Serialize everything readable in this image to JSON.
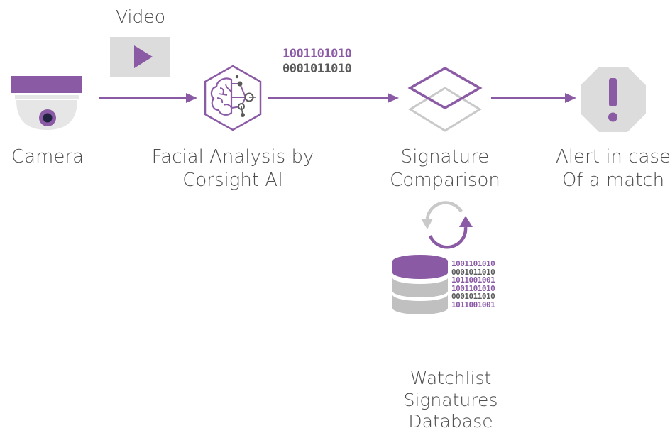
{
  "colors": {
    "purple": "#8b5aa5",
    "gray": "#c9c9c9",
    "dark_gray": "#5a5a5a",
    "text": "#4f4f4f"
  },
  "video": {
    "label": "Video",
    "icon": "play-icon"
  },
  "camera": {
    "label": "Camera",
    "icon": "camera-icon"
  },
  "analysis": {
    "label_line1": "Facial Analysis by",
    "label_line2": "Corsight AI",
    "icon": "brain-network-icon"
  },
  "binary_top": {
    "line1": "1001101010",
    "line2": "0001011010"
  },
  "signature": {
    "label_line1": "Signature",
    "label_line2": "Comparison",
    "icon": "layers-icon"
  },
  "alert": {
    "label_line1": "Alert in case",
    "label_line2": "Of a match",
    "icon": "exclamation-octagon-icon"
  },
  "sync": {
    "icon": "sync-arrows-icon"
  },
  "database": {
    "icon": "database-icon",
    "bits": [
      "1001101010",
      "0001011010",
      "1011001001",
      "1001101010",
      "0001011010",
      "1011001001"
    ],
    "label_line1": "Watchlist",
    "label_line2": "Signatures",
    "label_line3": "Database"
  }
}
